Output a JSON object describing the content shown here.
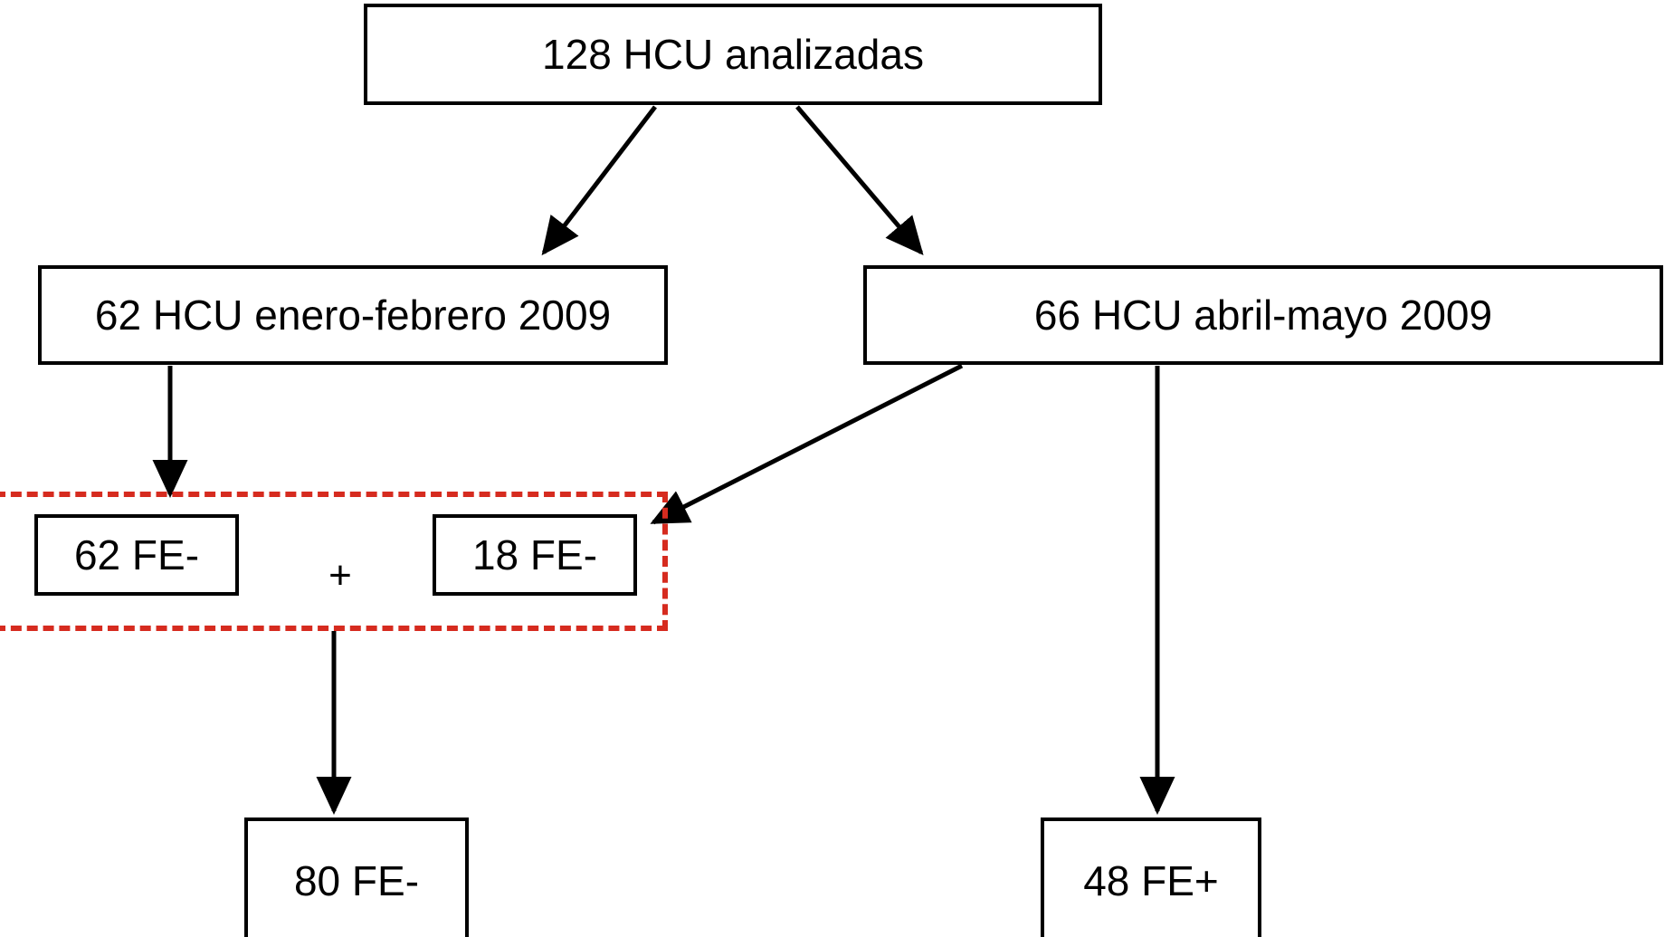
{
  "diagram": {
    "title_text": "128 HCU analizadas",
    "language": "es",
    "type": "flowchart",
    "accent_color": "#d62b1f",
    "line_color": "#000000",
    "background_color": "#ffffff",
    "nodes": {
      "root": {
        "label": "128 HCU analizadas"
      },
      "enero_febrero": {
        "label": "62 HCU enero-febrero 2009"
      },
      "abril_mayo": {
        "label": "66 HCU abril-mayo 2009"
      },
      "fe_minus_62": {
        "label": "62 FE-"
      },
      "fe_minus_18": {
        "label": "18 FE-"
      },
      "fe_minus_80": {
        "label": "80 FE-"
      },
      "fe_plus_48": {
        "label": "48 FE+"
      }
    },
    "operators": {
      "plus": "+"
    },
    "group": {
      "name": "grupo-fe-negativo",
      "border_style": "dashed",
      "border_color": "#d62b1f"
    },
    "edges": [
      {
        "from": "root",
        "to": "enero_febrero"
      },
      {
        "from": "root",
        "to": "abril_mayo"
      },
      {
        "from": "enero_febrero",
        "to": "fe_minus_62"
      },
      {
        "from": "abril_mayo",
        "to": "fe_minus_18"
      },
      {
        "from": "abril_mayo",
        "to": "fe_plus_48"
      },
      {
        "from": "group",
        "to": "fe_minus_80"
      }
    ]
  }
}
